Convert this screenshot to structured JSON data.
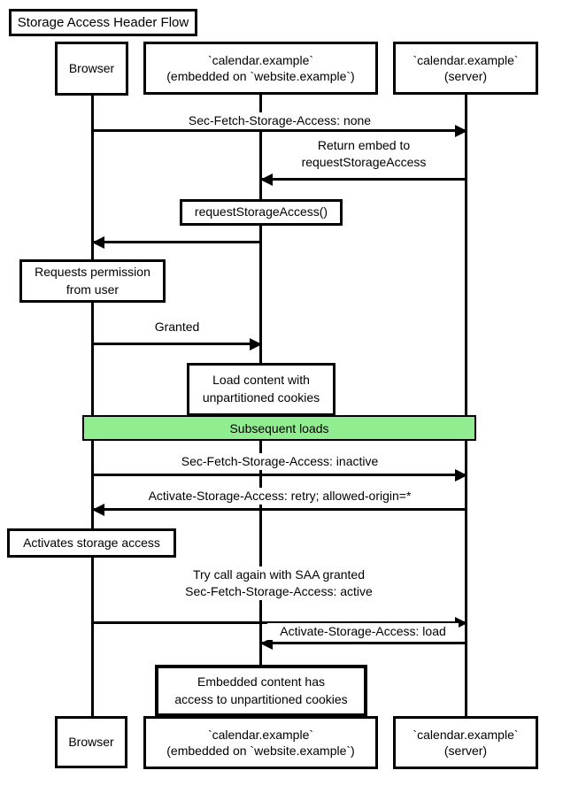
{
  "title": "Storage Access Header Flow",
  "colors": {
    "line": "#000000",
    "background": "#ffffff",
    "band_fill": "#90ee90"
  },
  "actors": {
    "browser": "Browser",
    "embed": "`calendar.example`\n(embedded on `website.example`)",
    "server": "`calendar.example`\n(server)"
  },
  "messages": {
    "sec_fetch_none": "Sec-Fetch-Storage-Access: none",
    "return_embed": "Return embed to\nrequestStorageAccess",
    "granted": "Granted",
    "sec_fetch_inactive": "Sec-Fetch-Storage-Access: inactive",
    "activate_retry": "Activate-Storage-Access: retry; allowed-origin=*",
    "try_again": "Try call again with SAA granted\nSec-Fetch-Storage-Access: active",
    "activate_load": "Activate-Storage-Access: load"
  },
  "notes": {
    "request_storage_access": "requestStorageAccess()",
    "requests_permission": "Requests permission\nfrom user",
    "load_content": "Load content with\nunpartitioned cookies",
    "activates_storage": "Activates storage access",
    "embedded_access": "Embedded content has\naccess to unpartitioned cookies"
  },
  "band": {
    "label": "Subsequent loads"
  }
}
